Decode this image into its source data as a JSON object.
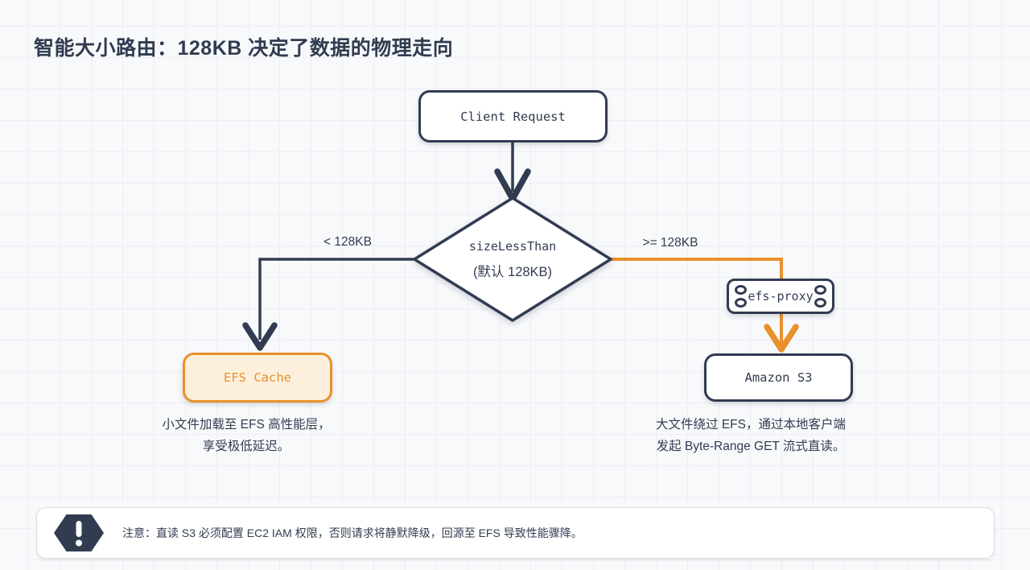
{
  "title": "智能大小路由：128KB 决定了数据的物理走向",
  "flowchart": {
    "client_node": {
      "label": "Client Request"
    },
    "decision_node": {
      "line1": "sizeLessThan",
      "line2": "(默认 128KB)"
    },
    "branch_left": {
      "label": "< 128KB"
    },
    "branch_right": {
      "label": ">= 128KB"
    },
    "efs_cache_node": {
      "label": "EFS Cache"
    },
    "efs_proxy_node": {
      "label": "efs-proxy"
    },
    "s3_node": {
      "label": "Amazon S3"
    },
    "efs_caption": {
      "line1": "小文件加载至 EFS 高性能层，",
      "line2": "享受极低延迟。"
    },
    "s3_caption": {
      "line1": "大文件绕过 EFS，通过本地客户端",
      "line2": "发起 Byte-Range GET 流式直读。"
    }
  },
  "note": {
    "icon": "alert-hexagon-icon",
    "text": "注意：直读 S3 必须配置 EC2 IAM 权限，否则请求将静默降级，回源至 EFS 导致性能骤降。"
  },
  "colors": {
    "navy": "#313c51",
    "orange": "#e8912d",
    "efs_fill": "#fcf0dc",
    "background": "#f8f9fb",
    "grid_line": "#edeff4",
    "note_border": "#d8dce4",
    "node_fill": "#ffffff"
  }
}
